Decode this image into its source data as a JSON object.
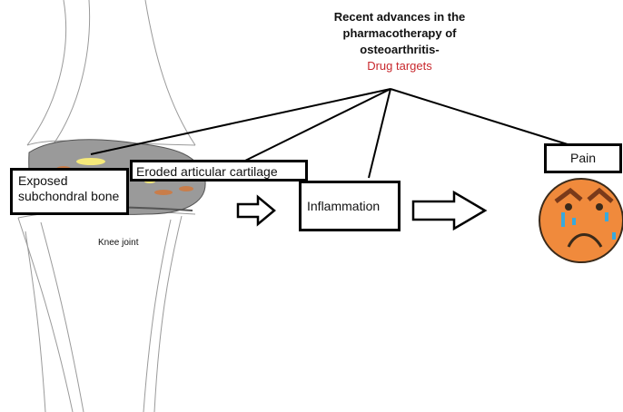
{
  "title": {
    "line1": "Recent advances in the",
    "line2": "pharmacotherapy of",
    "line3": "osteoarthritis-",
    "line4": "Drug targets"
  },
  "labels": {
    "exposed_bone": "Exposed subchondral bone",
    "eroded_cartilage": "Eroded articular cartilage",
    "inflammation": "Inflammation",
    "pain": "Pain",
    "knee_joint": "Knee joint"
  },
  "colors": {
    "title_accent": "#c8282d",
    "joint_fill": "#9a9a9a",
    "face_fill": "#f08a3c",
    "tear": "#3aa9dc",
    "brow": "#7a3a1a"
  },
  "icons": [
    "arrow-right-icon",
    "sad-face-icon",
    "knee-bones-icon"
  ]
}
